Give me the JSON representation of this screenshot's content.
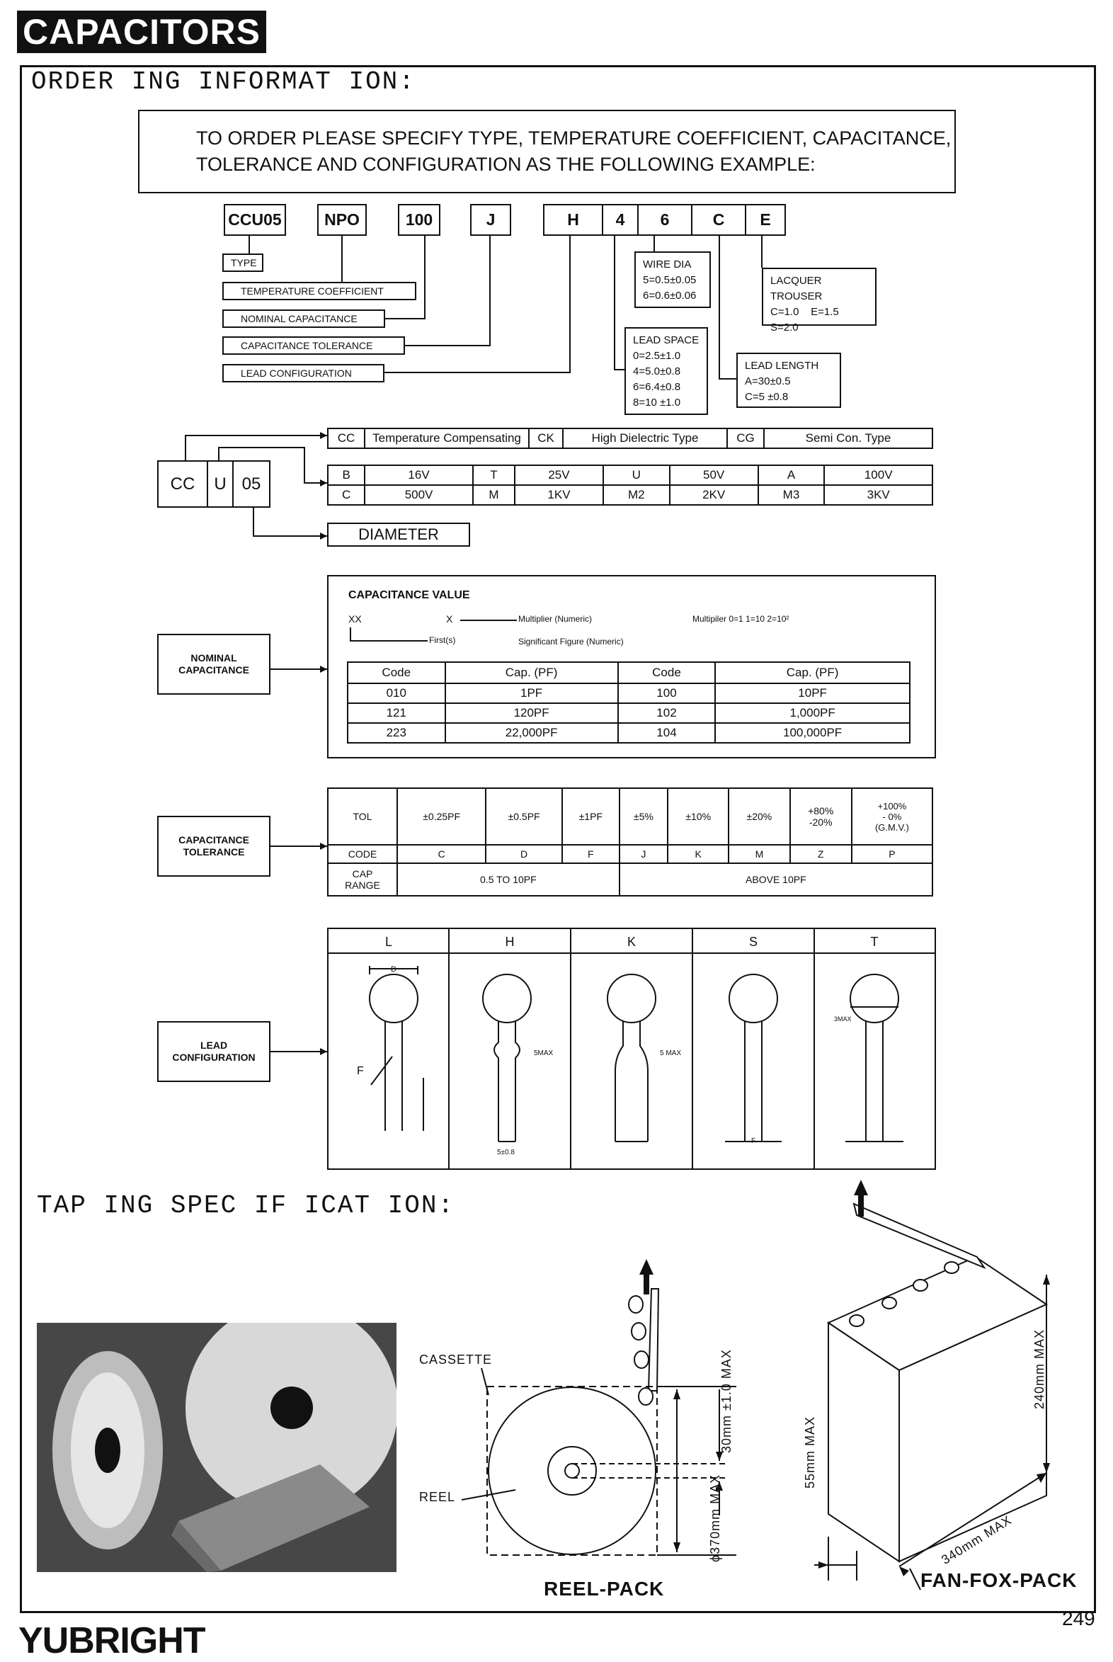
{
  "header": {
    "tag": "CAPACITORS"
  },
  "ordering": {
    "title": "ORDER ING INFORMAT ION:",
    "intro_line1": "TO ORDER PLEASE SPECIFY TYPE, TEMPERATURE COEFFICIENT, CAPACITANCE,",
    "intro_line2": "TOLERANCE AND CONFIGURATION AS THE FOLLOWING EXAMPLE:",
    "codes": [
      "CCU05",
      "NPO",
      "100",
      "J",
      "H",
      "4",
      "6",
      "C",
      "E"
    ],
    "labels": [
      "TYPE",
      "TEMPERATURE COEFFICIENT",
      "NOMINAL CAPACITANCE",
      "CAPACITANCE TOLERANCE",
      "LEAD CONFIGURATION"
    ],
    "wire_dia": {
      "title": "WIRE DIA",
      "line1": "5=0.5±0.05",
      "line2": "6=0.6±0.06"
    },
    "lead_space": {
      "title": "LEAD SPACE",
      "line1": "0=2.5±1.0",
      "line2": "4=5.0±0.8",
      "line3": "6=6.4±0.8",
      "line4": "8=10 ±1.0"
    },
    "lacquer": {
      "title": "LACQUER TROUSER",
      "line1": "C=1.0",
      "line1b": "E=1.5",
      "line2": "S=2.0"
    },
    "lead_length": {
      "title": "LEAD LENGTH",
      "line1": "A=30±0.5",
      "line2": "C=5 ±0.8"
    }
  },
  "type_decode": {
    "parts": [
      "CC",
      "U",
      "05"
    ],
    "type_row": [
      "CC",
      "Temperature Compensating",
      "CK",
      "High Dielectric Type",
      "CG",
      "Semi Con. Type"
    ],
    "voltage_rows": [
      [
        "B",
        "16V",
        "T",
        "25V",
        "U",
        "50V",
        "A",
        "100V"
      ],
      [
        "C",
        "500V",
        "M",
        "1KV",
        "M2",
        "2KV",
        "M3",
        "3KV"
      ]
    ],
    "diameter": "DIAMETER"
  },
  "nominal": {
    "side_label1": "NOMINAL",
    "side_label2": "CAPACITANCE",
    "title": "CAPACITANCE VALUE",
    "xx": "XX",
    "x": "X",
    "multiplier_label": "Multiplier (Numeric)",
    "firsts_label": "First(s)",
    "significant_label": "Significant Figure (Numeric)",
    "multiplier_key": "Multipiler 0=1 1=10 2=10²",
    "table_header": [
      "Code",
      "Cap. (PF)",
      "Code",
      "Cap. (PF)"
    ],
    "table_rows": [
      [
        "010",
        "1PF",
        "100",
        "10PF"
      ],
      [
        "121",
        "120PF",
        "102",
        "1,000PF"
      ],
      [
        "223",
        "22,000PF",
        "104",
        "100,000PF"
      ]
    ]
  },
  "tolerance": {
    "side_label1": "CAPACITANCE",
    "side_label2": "TOLERANCE",
    "tol_label": "TOL",
    "tol_values": [
      "±0.25PF",
      "±0.5PF",
      "±1PF",
      "±5%",
      "±10%",
      "±20%"
    ],
    "z_line1": "+80%",
    "z_line2": "-20%",
    "p_line1": "+100%",
    "p_line2": "- 0%",
    "p_line3": "(G.M.V.)",
    "code_label": "CODE",
    "codes": [
      "C",
      "D",
      "F",
      "J",
      "K",
      "M",
      "Z",
      "P"
    ],
    "cap_label1": "CAP",
    "cap_label2": "RANGE",
    "range_low": "0.5 TO 10PF",
    "range_high": "ABOVE 10PF"
  },
  "lead_config": {
    "side_label1": "LEAD",
    "side_label2": "CONFIGURATION",
    "types": [
      "L",
      "H",
      "K",
      "S",
      "T"
    ],
    "marks": {
      "d": "D",
      "f": "F",
      "fivemax": "5MAX",
      "fivemax2": "5 MAX",
      "threemax": "3MAX",
      "ff": "F",
      "spacing": "5±0.8"
    }
  },
  "taping": {
    "title": "TAP ING SPEC IF ICAT ION:",
    "cassette": "CASSETTE",
    "reel": "REEL",
    "dim_30": "30mm ±1.0 MAX",
    "dim_370": "ϕ370mm MAX",
    "reel_pack": "REEL-PACK",
    "dim_55": "55mm MAX",
    "dim_240": "240mm MAX",
    "dim_340": "340mm MAX",
    "fan_pack": "FAN-FOX-PACK"
  },
  "footer": {
    "brand": "YUBRIGHT",
    "page": "249"
  }
}
